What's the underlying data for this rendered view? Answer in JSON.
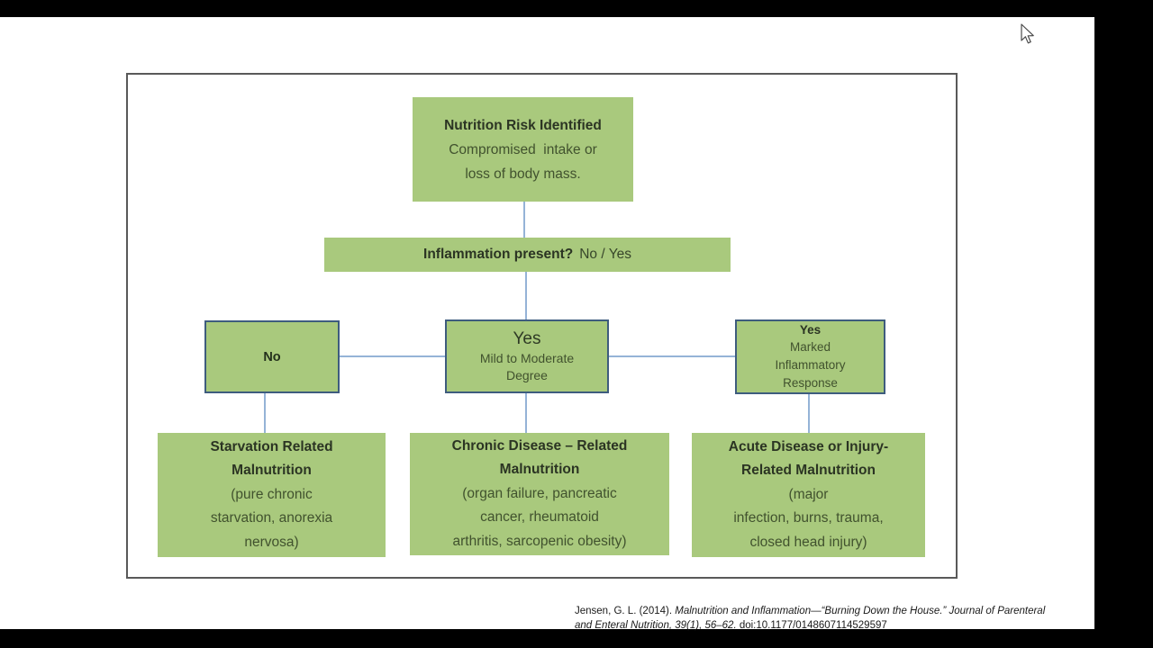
{
  "colors": {
    "letterbox": "#000000",
    "slide_bg": "#ffffff",
    "frame_border": "#595959",
    "box_green": "#a9c97d",
    "box_border_blue": "#3e5c7e",
    "connector_blue": "#95b3d7",
    "title_text": "#2b3423",
    "body_text": "#41522e"
  },
  "flowchart": {
    "top_box": {
      "title": "Nutrition Risk Identified",
      "body": [
        "Compromised  intake or",
        "loss of body mass."
      ]
    },
    "question_box": {
      "bold": "Inflammation present?",
      "answer": "No / Yes"
    },
    "no_box": {
      "label": "No"
    },
    "yes_mild_box": {
      "title": "Yes",
      "body": [
        "Mild to Moderate",
        "Degree"
      ]
    },
    "yes_marked_box": {
      "title": "Yes",
      "body": [
        "Marked",
        "Inflammatory",
        "Response"
      ]
    },
    "starvation_box": {
      "title": [
        "Starvation Related",
        "Malnutrition"
      ],
      "body": [
        "(pure chronic",
        "starvation, anorexia",
        "nervosa)"
      ]
    },
    "chronic_box": {
      "title": [
        "Chronic Disease – Related",
        "Malnutrition"
      ],
      "body": [
        "(organ failure, pancreatic",
        "cancer, rheumatoid",
        "arthritis, sarcopenic obesity)"
      ]
    },
    "acute_box": {
      "title": [
        "Acute Disease or Injury-",
        "Related Malnutrition"
      ],
      "body": [
        "(major",
        "infection, burns, trauma,",
        "closed head injury)"
      ]
    }
  },
  "citation": {
    "plain_start": "Jensen, G. L. (2014). ",
    "italic": "Malnutrition and Inflammation—“Burning Down the House.” Journal of Parenteral and Enteral Nutrition, 39(1), 56–62.",
    "plain_end": " doi:10.1177/0148607114529597"
  }
}
